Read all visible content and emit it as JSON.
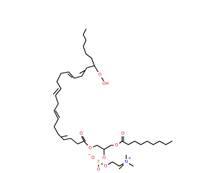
{
  "molecule": {
    "colors": {
      "bond": "#000000",
      "oxygen": "#e8151c",
      "phosphorus": "#e87a12",
      "nitrogen": "#2424e0",
      "background": "#ffffff"
    },
    "atom_labels": {
      "hydroperoxy_o1": "O",
      "hydroperoxy_oh": "OH",
      "ester_carbonyl_o_left": "O",
      "ester_o_left": "O",
      "ester_o_right": "O",
      "ester_carbonyl_o_right": "O",
      "phosphate_o_ester": "O",
      "phosphate_p": "P",
      "phosphate_o_double": "O",
      "phosphate_o_minus": "O",
      "phosphate_o_chain": "O",
      "ammonium_n": "N",
      "charge_minus": "−",
      "charge_plus": "+"
    }
  }
}
